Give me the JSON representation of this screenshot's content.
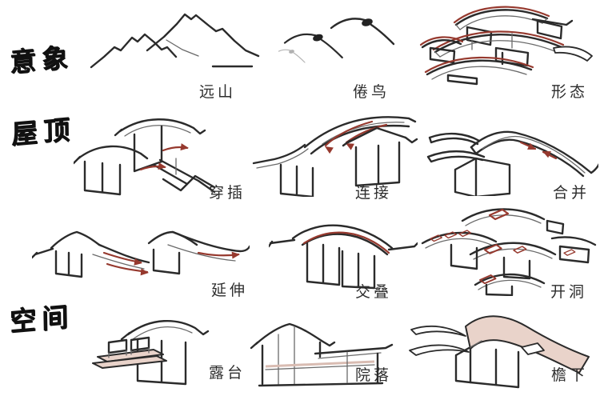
{
  "palette": {
    "background": "#ffffff",
    "ink": "#2b2b2b",
    "accent_red": "#96392e",
    "roof_pink": "#e9d3ca"
  },
  "sections": [
    {
      "label": "意象"
    },
    {
      "label": "屋顶"
    },
    {
      "label": "空间"
    }
  ],
  "figures": [
    {
      "label": "远山",
      "sketch": "distant-mountains"
    },
    {
      "label": "倦鸟",
      "sketch": "returning-birds"
    },
    {
      "label": "形态",
      "sketch": "roof-form"
    },
    {
      "label": "穿插",
      "sketch": "interpenetration"
    },
    {
      "label": "连接",
      "sketch": "connection"
    },
    {
      "label": "合并",
      "sketch": "merging"
    },
    {
      "label": "延伸",
      "sketch": "extension"
    },
    {
      "label": "交叠",
      "sketch": "overlapping"
    },
    {
      "label": "开洞",
      "sketch": "roof-openings"
    },
    {
      "label": "露台",
      "sketch": "terrace"
    },
    {
      "label": "院落",
      "sketch": "courtyard"
    },
    {
      "label": "檐下",
      "sketch": "under-the-eaves"
    }
  ]
}
